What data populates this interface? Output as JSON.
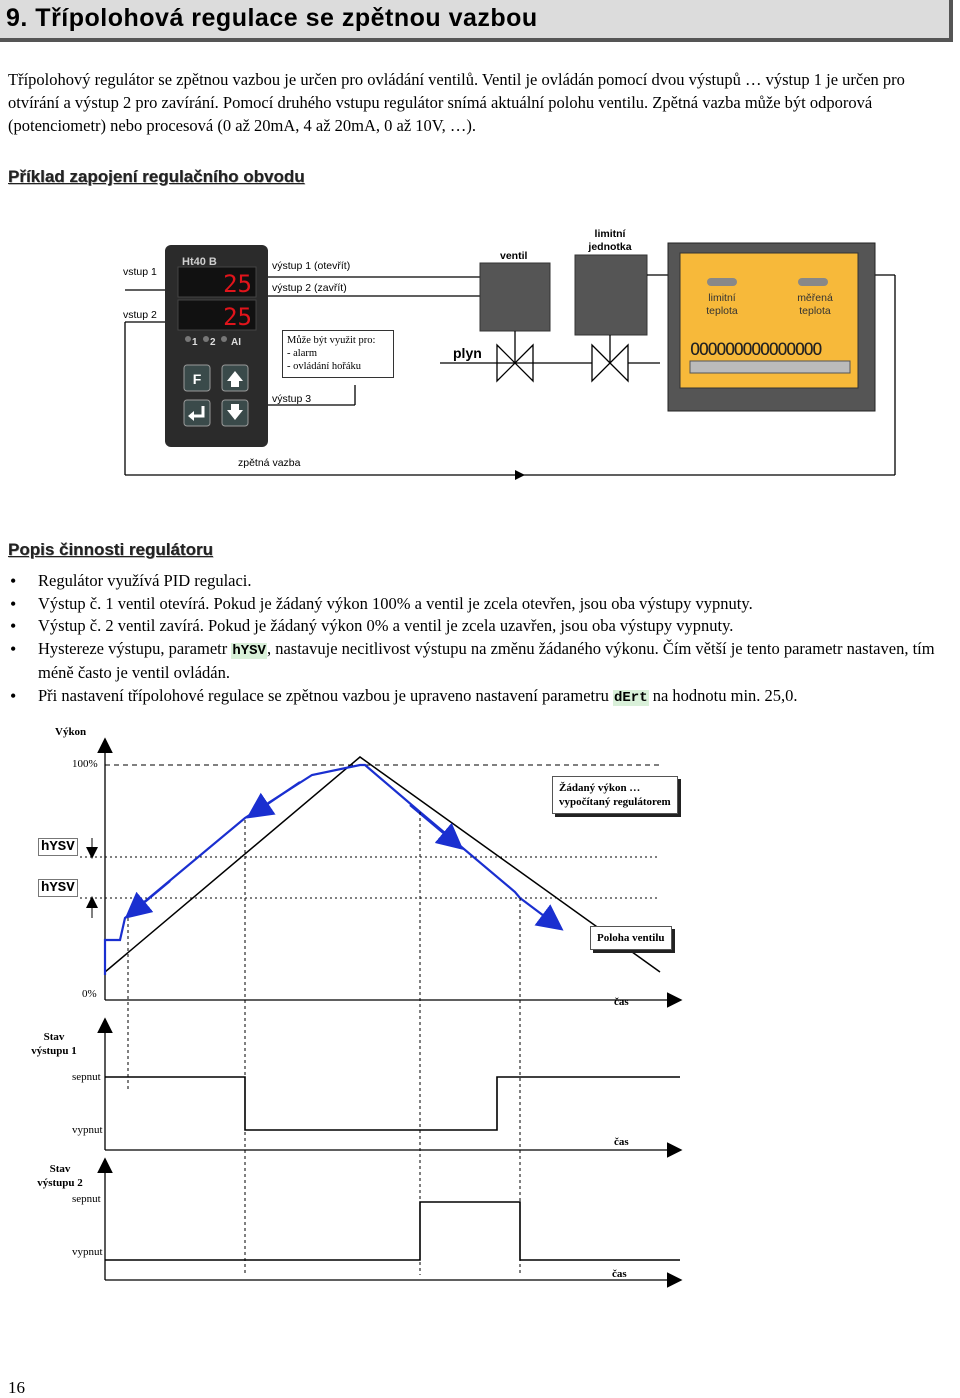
{
  "page": {
    "title": "9.  Třípolohová regulace se zpětnou vazbou",
    "intro": "Třípolohový regulátor se zpětnou vazbou je určen pro ovládání ventilů. Ventil je ovládán pomocí dvou výstupů … výstup 1 je určen pro otvírání a výstup 2 pro zavírání. Pomocí druhého vstupu regulátor snímá aktuální polohu ventilu. Zpětná vazba může být odporová (potenciometr) nebo procesová (0 až 20mA, 4 až 20mA, 0 až 10V, …).",
    "page_number": "16"
  },
  "wiring": {
    "heading": "Příklad zapojení regulačního obvodu",
    "input1": "vstup 1",
    "input2": "vstup 2",
    "device_name": "Ht40 B",
    "display_top": "25",
    "display_bottom": "25",
    "led1": "1",
    "led2": "2",
    "led3": "AI",
    "key_f": "F",
    "out1": "výstup 1 (otevřít)",
    "out2": "výstup 2 (zavřít)",
    "out3": "výstup 3",
    "note_l1": "Může být využit pro:",
    "note_l2": "- alarm",
    "note_l3": "- ovládání hořáku",
    "valve": "ventil",
    "gas": "plyn",
    "limit_unit_l1": "limitní",
    "limit_unit_l2": "jednotka",
    "limit_temp_l1": "limitní",
    "limit_temp_l2": "teplota",
    "meas_temp_l1": "měřená",
    "meas_temp_l2": "teplota",
    "feedback": "zpětná vazba",
    "colors": {
      "device": "#2b2b2b",
      "display": "#e0141b",
      "furnace": "#f7b93a",
      "valve_box": "#555555"
    }
  },
  "description": {
    "heading": "Popis činnosti regulátoru",
    "b1": "Regulátor využívá PID regulaci.",
    "b2": "Výstup č. 1 ventil otevírá. Pokud je žádaný výkon 100% a ventil je zcela otevřen, jsou oba výstupy vypnuty.",
    "b3": "Výstup č. 2 ventil zavírá. Pokud je žádaný výkon 0% a ventil je zcela uzavřen, jsou oba výstupy vypnuty.",
    "b4_pre": "Hystereze výstupu, parametr ",
    "b4_param": "hYSV",
    "b4_post": ", nastavuje necitlivost výstupu na změnu žádaného výkonu. Čím větší je tento parametr nastaven, tím méně často je ventil ovládán.",
    "b5_pre": "Při nastavení třípolohové regulace se zpětnou vazbou je upraveno nastavení parametru ",
    "b5_param": "dErt",
    "b5_post": " na hodnotu min. 25,0."
  },
  "timing": {
    "power_label": "Výkon",
    "p100": "100%",
    "p0": "0%",
    "hysv1": "hYSV",
    "hysv2": "hYSV",
    "setpoint_l1": "Žádaný výkon …",
    "setpoint_l2": "vypočítaný regulátorem",
    "valve_pos": "Poloha ventilu",
    "time1": "čas",
    "state1_l1": "Stav",
    "state1_l2": "výstupu 1",
    "on1": "sepnut",
    "off1": "vypnut",
    "time2": "čas",
    "state2_l1": "Stav",
    "state2_l2": "výstupu 2",
    "on2": "sepnut",
    "off2": "vypnut",
    "time3": "čas"
  }
}
